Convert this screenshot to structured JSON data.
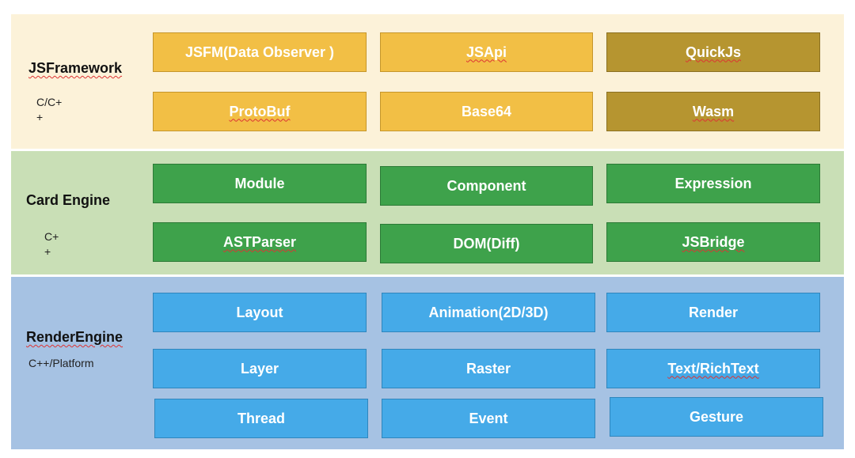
{
  "colors": {
    "framework_bg": "#fcf2d9",
    "card_bg": "#c9dfb6",
    "render_bg": "#a6c2e3",
    "yellow_box": "#f2bf45",
    "olive_box": "#b69530",
    "green_box": "#3ea24b",
    "blue_box": "#45aae8"
  },
  "js_framework": {
    "title": "JSFramework",
    "subtitle": "C/C+\n+",
    "boxes": [
      "JSFM(Data Observer )",
      "JSApi",
      "QuickJs",
      "ProtoBuf",
      "Base64",
      "Wasm"
    ]
  },
  "card_engine": {
    "title": "Card Engine",
    "subtitle": "C+\n+",
    "boxes": [
      "Module",
      "Component",
      "Expression",
      "ASTParser",
      "DOM(Diff)",
      "JSBridge"
    ]
  },
  "render_engine": {
    "title": "RenderEngine",
    "subtitle": "C++/Platform",
    "boxes": [
      "Layout",
      "Animation(2D/3D)",
      "Render",
      "Layer",
      "Raster",
      "Text/RichText",
      "Thread",
      "Event",
      "Gesture"
    ]
  }
}
